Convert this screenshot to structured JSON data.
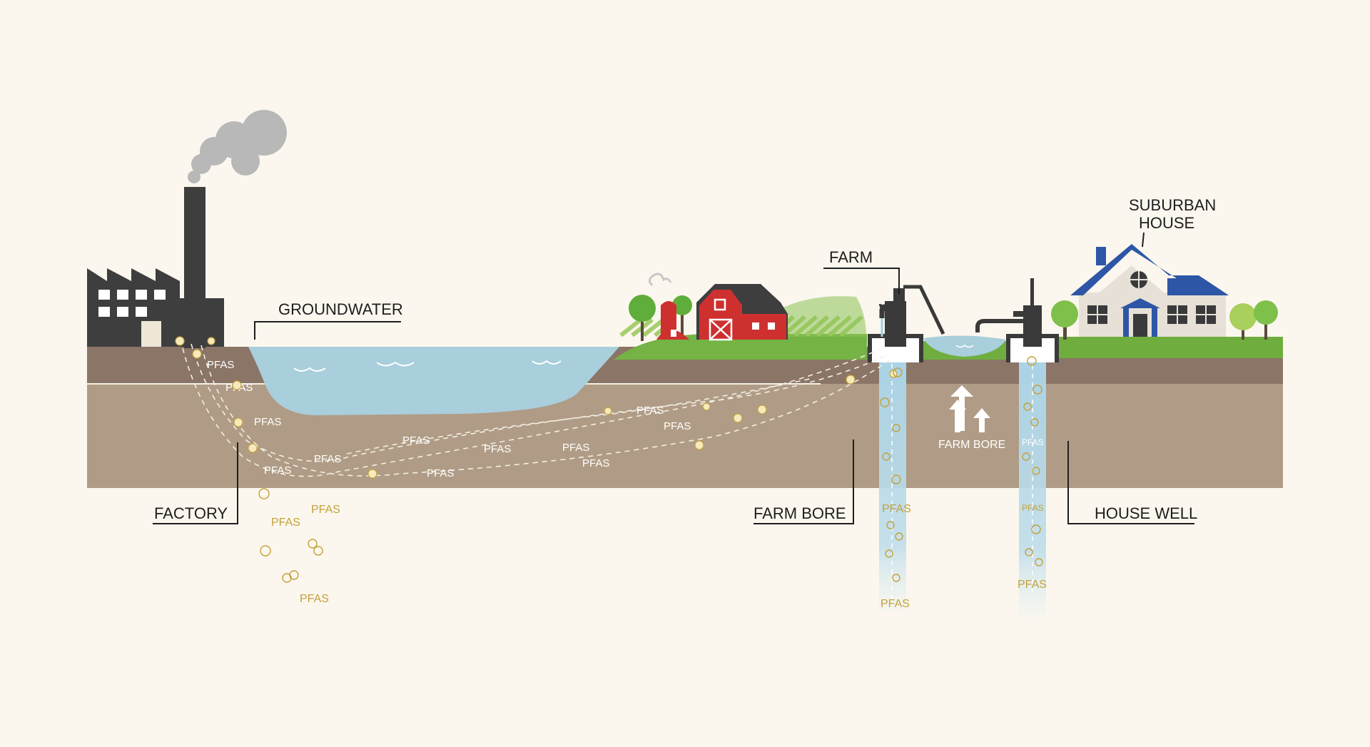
{
  "labels": {
    "groundwater": "GROUNDWATER",
    "factory": "FACTORY",
    "farm": "FARM",
    "suburban_house": [
      "SUBURBAN",
      "HOUSE"
    ],
    "farm_bore": "FARM BORE",
    "house_well": "HOUSE WELL",
    "farm_bore_arrows": "FARM BORE",
    "pfas": "PFAS"
  },
  "colors": {
    "background": "#FBF7EE",
    "topsoil": "#8B7566",
    "subsoil": "#B09C86",
    "groundwater": "#A9CEDC",
    "grass": "#6FAE3E",
    "factory": "#3E3E3E",
    "smoke": "#B8B8B8",
    "barn_red": "#CE3030",
    "roof_blue": "#2E56A6",
    "pfas_marker": "#C4A13A"
  },
  "icons": [
    "factory-icon",
    "smoke-icon",
    "barn-icon",
    "silo-icon",
    "hand-pump-icon",
    "well-pump-icon",
    "house-icon",
    "tree-icon",
    "up-arrow-icon"
  ]
}
